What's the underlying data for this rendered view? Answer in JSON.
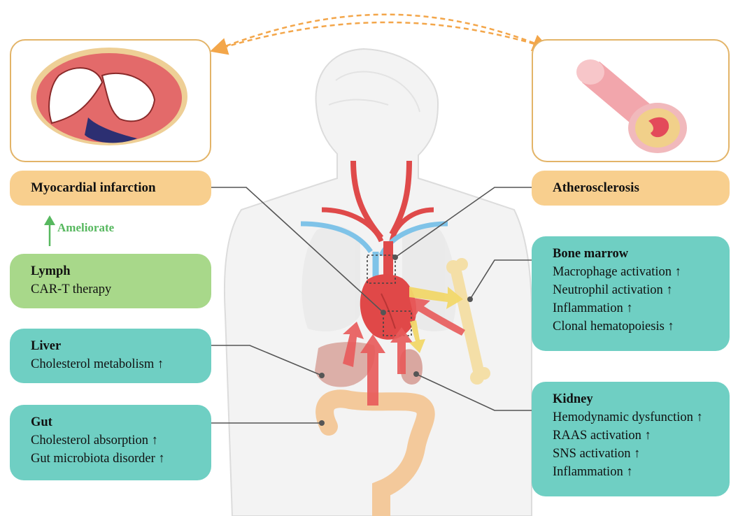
{
  "colors": {
    "frame_border": "#e3b468",
    "label_fill": "#f8cf8e",
    "info_fill": "#6fcfc3",
    "lymph_fill": "#a8d88a",
    "ameliorate_green": "#57b85f",
    "connector_line": "#555555",
    "heart_red": "#e04848",
    "artery_red": "#df4a4a",
    "vein_blue": "#7fc3e8",
    "bone": "#f4dfa7",
    "liver": "#d9a7a0",
    "gut": "#f3c99b",
    "yellow_arrow": "#f2d86a",
    "dashed_arrow": "#f3a64a"
  },
  "labels": {
    "myocardial_infarction": "Myocardial infarction",
    "atherosclerosis": "Atherosclerosis",
    "ameliorate": "Ameliorate"
  },
  "boxes": {
    "lymph": {
      "title": "Lymph",
      "items": [
        "CAR-T therapy"
      ]
    },
    "liver": {
      "title": "Liver",
      "items": [
        "Cholesterol metabolism ↑"
      ]
    },
    "gut": {
      "title": "Gut",
      "items": [
        "Cholesterol absorption ↑",
        "Gut microbiota disorder ↑"
      ]
    },
    "bone_marrow": {
      "title": "Bone marrow",
      "items": [
        "Macrophage activation ↑",
        "Neutrophil activation ↑",
        "Inflammation ↑",
        "Clonal hematopoiesis ↑"
      ]
    },
    "kidney": {
      "title": "Kidney",
      "items": [
        "Hemodynamic dysfunction ↑",
        "RAAS activation ↑",
        "SNS activation ↑",
        "Inflammation ↑"
      ]
    }
  },
  "icons": {
    "heart_cross_section": "infarcted-heart-cross-section-icon",
    "artery_cross_section": "atherosclerotic-artery-icon",
    "body": "human-body-silhouette-icon",
    "heart": "heart-icon",
    "bone": "femur-bone-icon",
    "liver": "liver-icon",
    "kidney": "kidney-icon",
    "gut": "colon-icon"
  }
}
